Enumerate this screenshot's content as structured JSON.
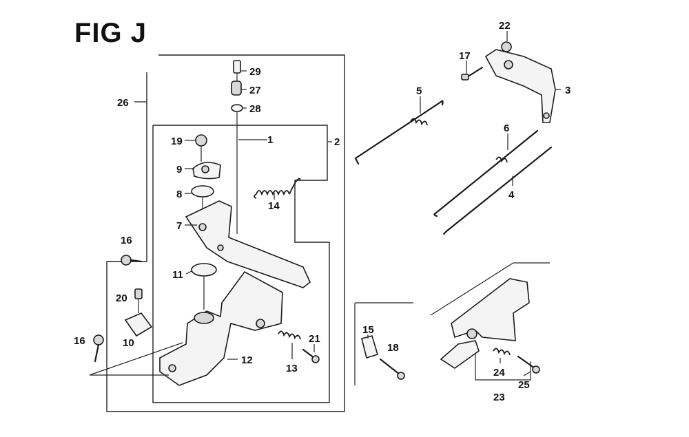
{
  "figure": {
    "title": "FIG J"
  },
  "callouts": [
    {
      "id": "c1",
      "text": "1"
    },
    {
      "id": "c2",
      "text": "2"
    },
    {
      "id": "c3",
      "text": "3"
    },
    {
      "id": "c4",
      "text": "4"
    },
    {
      "id": "c5",
      "text": "5"
    },
    {
      "id": "c6",
      "text": "6"
    },
    {
      "id": "c7",
      "text": "7"
    },
    {
      "id": "c8",
      "text": "8"
    },
    {
      "id": "c9",
      "text": "9"
    },
    {
      "id": "c10",
      "text": "10"
    },
    {
      "id": "c11",
      "text": "11"
    },
    {
      "id": "c12",
      "text": "12"
    },
    {
      "id": "c13",
      "text": "13"
    },
    {
      "id": "c14",
      "text": "14"
    },
    {
      "id": "c15",
      "text": "15"
    },
    {
      "id": "c16a",
      "text": "16"
    },
    {
      "id": "c16b",
      "text": "16"
    },
    {
      "id": "c17",
      "text": "17"
    },
    {
      "id": "c18",
      "text": "18"
    },
    {
      "id": "c19",
      "text": "19"
    },
    {
      "id": "c20",
      "text": "20"
    },
    {
      "id": "c21",
      "text": "21"
    },
    {
      "id": "c22",
      "text": "22"
    },
    {
      "id": "c23",
      "text": "23"
    },
    {
      "id": "c24",
      "text": "24"
    },
    {
      "id": "c25",
      "text": "25"
    },
    {
      "id": "c26",
      "text": "26"
    },
    {
      "id": "c27",
      "text": "27"
    },
    {
      "id": "c28",
      "text": "28"
    },
    {
      "id": "c29",
      "text": "29"
    }
  ]
}
